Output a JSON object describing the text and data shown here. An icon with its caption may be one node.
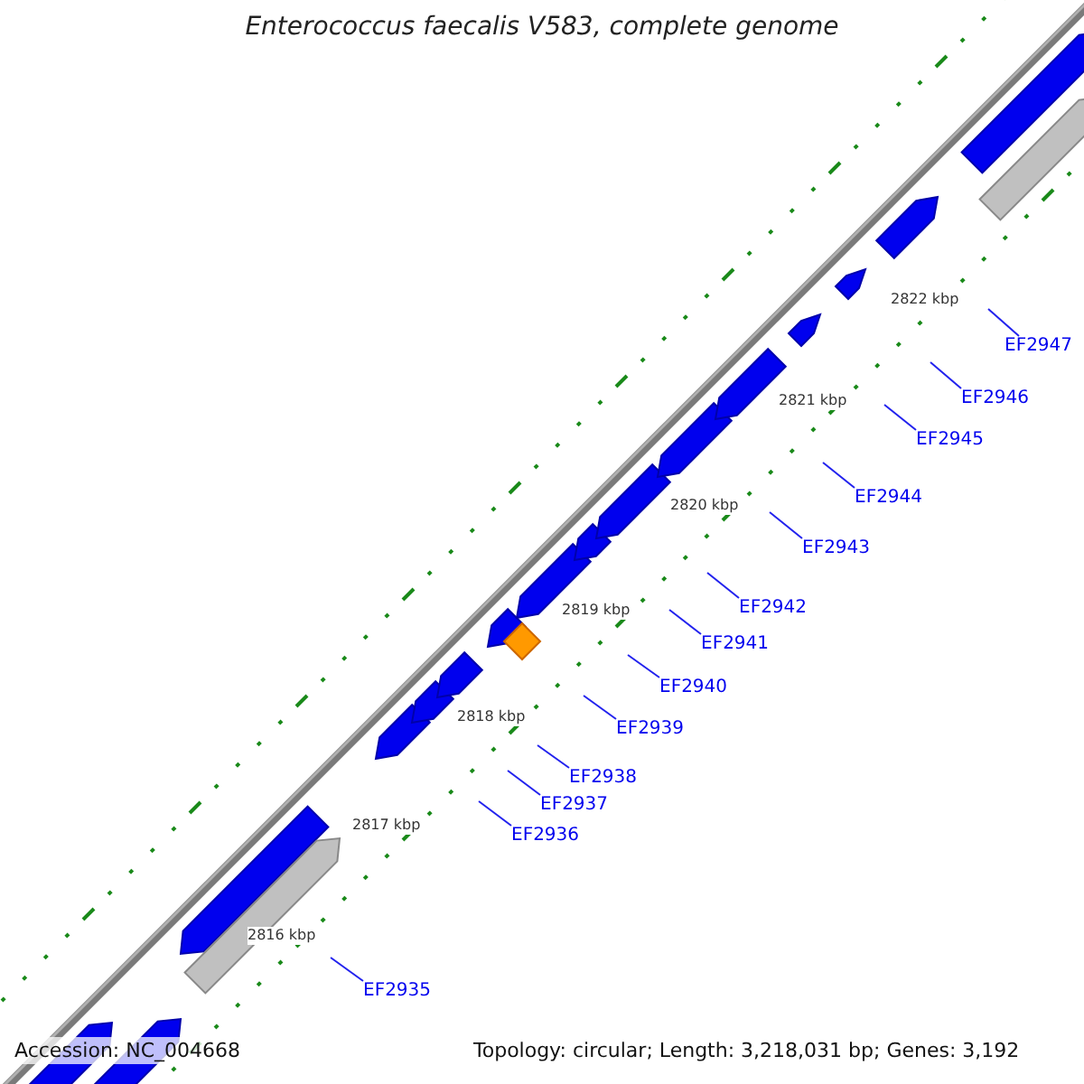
{
  "diagram": {
    "title": "Enterococcus faecalis V583, complete genome",
    "nodes": [
      {
        "text": [
          "EF2935"
        ]
      },
      {
        "text": [
          "EF2936"
        ]
      },
      {
        "text": [
          "EF2937"
        ]
      },
      {
        "text": [
          "EF2938"
        ]
      },
      {
        "text": [
          "EF2939"
        ]
      },
      {
        "text": [
          "EF2940"
        ]
      },
      {
        "text": [
          "EF2941"
        ]
      },
      {
        "text": [
          "EF2942"
        ]
      },
      {
        "text": [
          "EF2943"
        ]
      },
      {
        "text": [
          "EF2944"
        ]
      },
      {
        "text": [
          "EF2945"
        ]
      },
      {
        "text": [
          "EF2946"
        ]
      },
      {
        "text": [
          "EF2947"
        ]
      }
    ],
    "edges": [
      {
        "from": 0,
        "to": null,
        "arrow": "none"
      },
      {
        "from": 1,
        "to": null,
        "arrow": "none"
      },
      {
        "from": 2,
        "to": null,
        "arrow": "none"
      },
      {
        "from": 3,
        "to": null,
        "arrow": "none"
      },
      {
        "from": 4,
        "to": null,
        "arrow": "none"
      },
      {
        "from": 5,
        "to": null,
        "arrow": "none"
      },
      {
        "from": 6,
        "to": null,
        "arrow": "none"
      },
      {
        "from": 7,
        "to": null,
        "arrow": "none"
      },
      {
        "from": 8,
        "to": null,
        "arrow": "none"
      },
      {
        "from": 9,
        "to": null,
        "arrow": "none"
      },
      {
        "from": 10,
        "to": null,
        "arrow": "none"
      },
      {
        "from": 11,
        "to": null,
        "arrow": "none"
      },
      {
        "from": 12,
        "to": null,
        "arrow": "none"
      }
    ],
    "labels": [
      "2822 kbp",
      "2821 kbp",
      "2820 kbp",
      "2819 kbp",
      "2818 kbp",
      "2817 kbp",
      "2816 kbp",
      "Accession: NC_004668",
      "Topology: circular; Length: 3,218,031 bp; Genes: 3,192"
    ]
  }
}
